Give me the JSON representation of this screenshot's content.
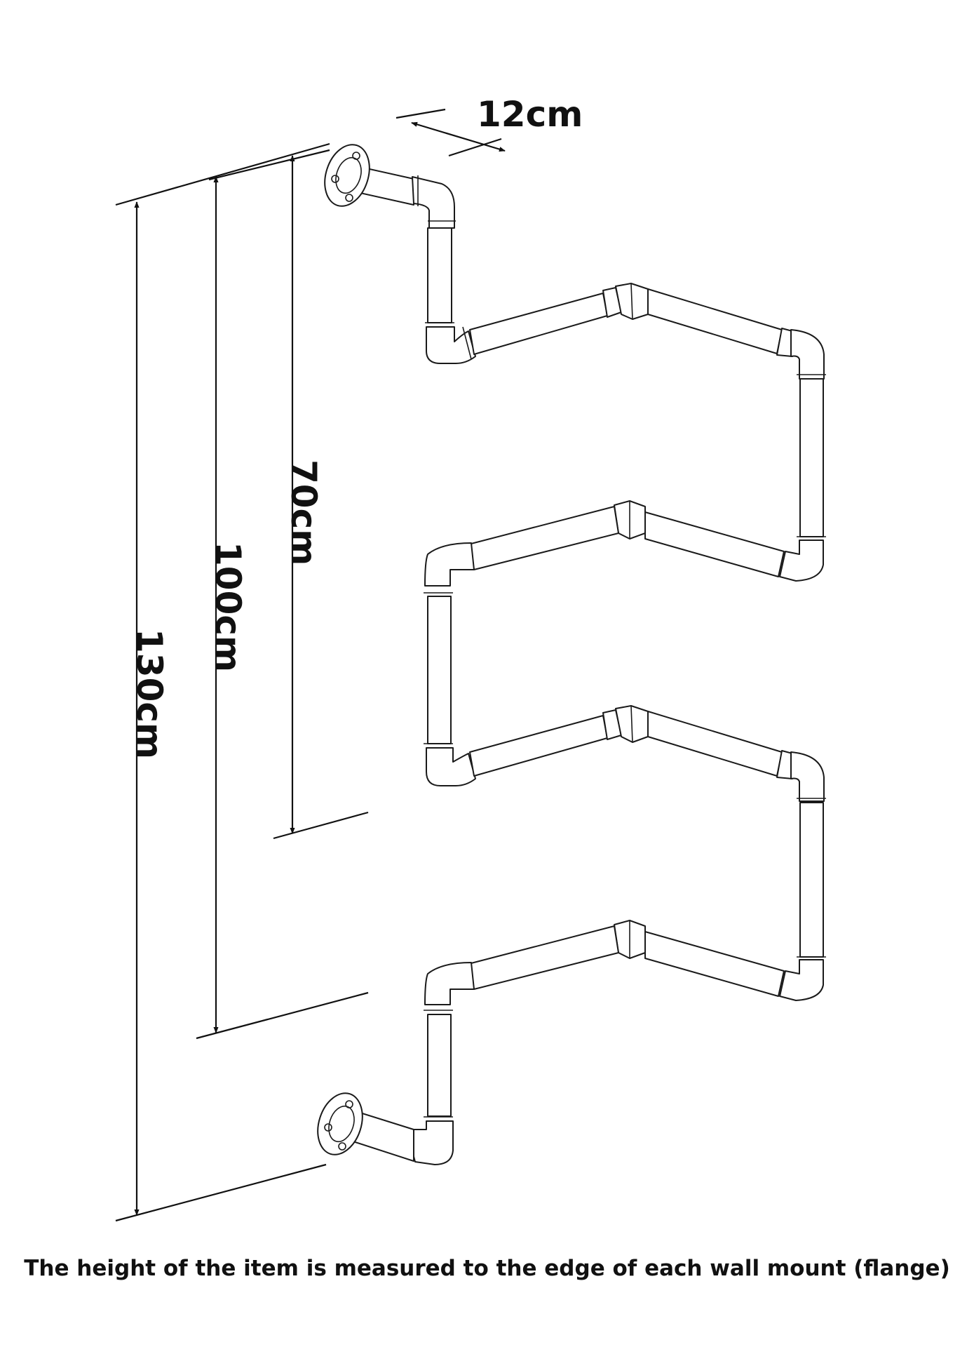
{
  "dimensions": {
    "depth": "12cm",
    "height_upper": "70cm",
    "height_middle": "100cm",
    "height_total": "130cm"
  },
  "caption": "The height of the item is measured to the edge of each wall mount (flange)",
  "colors": {
    "line": "#111111",
    "background": "#ffffff"
  }
}
